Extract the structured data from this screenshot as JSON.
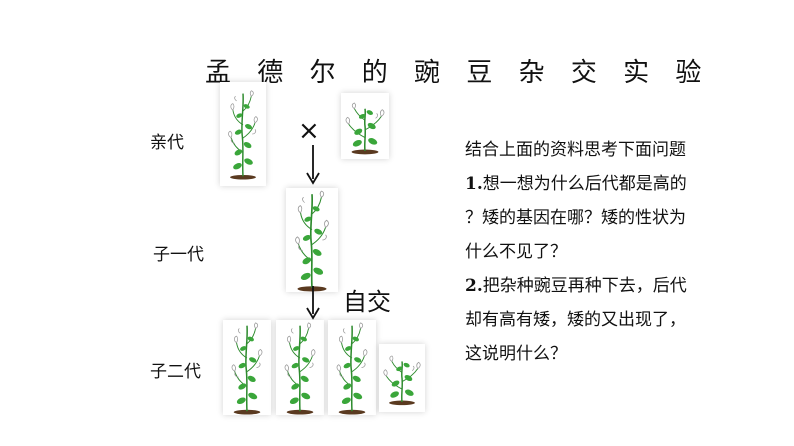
{
  "title": "孟 德 尔 的 豌 豆 杂 交 实 验",
  "generations": {
    "parent": "亲代",
    "f1": "子一代",
    "f2": "子二代"
  },
  "cross_symbol": "×",
  "selfing_label": "自交",
  "questions": {
    "intro": "结合上面的资料思考下面问题",
    "q1_num": "1.",
    "q1_line1": "想一想为什么后代都是高的",
    "q1_line2": "？矮的基因在哪？矮的性状为",
    "q1_line3": "什么不见了？",
    "q2_num": "2.",
    "q2_line1": "把杂种豌豆再种下去，后代",
    "q2_line2": "却有高有矮，矮的又出现了，",
    "q2_line3": "这说明什么？"
  },
  "colors": {
    "leaf": "#3aa63a",
    "stem": "#2e8b2e",
    "soil": "#5a3a20",
    "shadow": "#9a9a9a"
  }
}
